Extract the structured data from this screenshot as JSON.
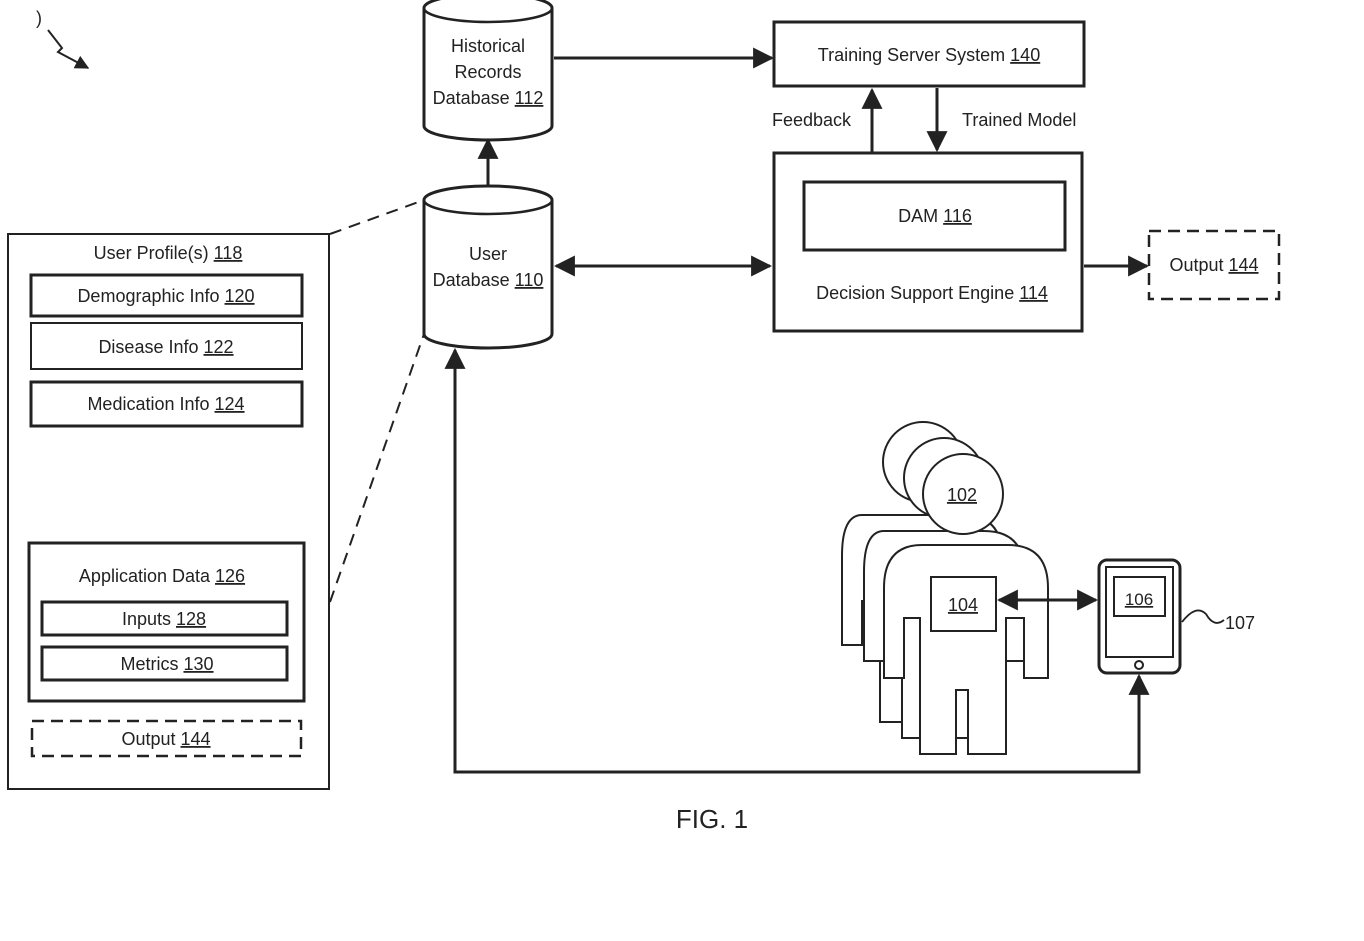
{
  "figure_label": "FIG. 1",
  "ref_top_left": ")",
  "historical_db": {
    "line1": "Historical",
    "line2": "Records",
    "line3": "Database ",
    "ref": "112"
  },
  "user_db": {
    "line1": "User",
    "line2": "Database ",
    "ref": "110"
  },
  "training_server": {
    "label": "Training Server System ",
    "ref": "140"
  },
  "feedback_label": "Feedback",
  "trained_model_label": "Trained Model",
  "dam": {
    "label": "DAM ",
    "ref": "116"
  },
  "decision_engine": {
    "label": "Decision Support Engine ",
    "ref": "114"
  },
  "output_right": {
    "label": "Output ",
    "ref": "144"
  },
  "user_profiles": {
    "title": "User Profile(s) ",
    "title_ref": "118",
    "demographic": {
      "label": "Demographic Info ",
      "ref": "120"
    },
    "disease": {
      "label": "Disease Info ",
      "ref": "122"
    },
    "medication": {
      "label": "Medication Info ",
      "ref": "124"
    },
    "application_data": {
      "label": "Application Data ",
      "ref": "126"
    },
    "inputs": {
      "label": "Inputs ",
      "ref": "128"
    },
    "metrics": {
      "label": "Metrics ",
      "ref": "130"
    },
    "output": {
      "label": "Output ",
      "ref": "144"
    }
  },
  "users_ref": "102",
  "body_device_ref": "104",
  "tablet_screen_ref": "106",
  "tablet_ref": "107"
}
